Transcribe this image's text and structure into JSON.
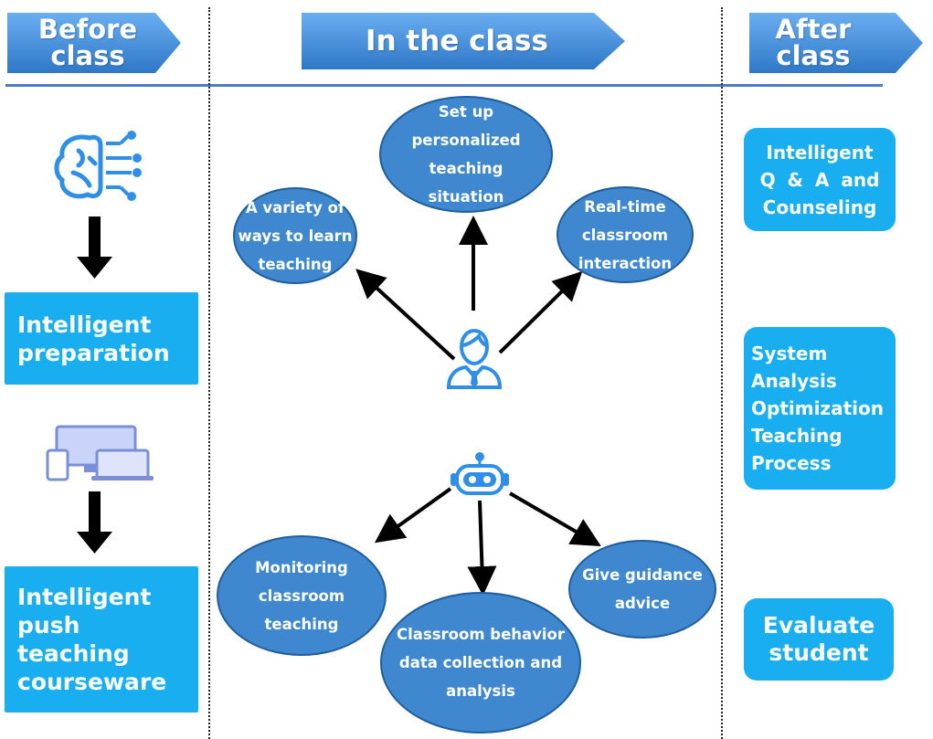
{
  "columns": {
    "before": {
      "label": "Before\nclass"
    },
    "in_class": {
      "label": "In the class"
    },
    "after": {
      "label": "After\nclass"
    }
  },
  "before_class": {
    "step1": {
      "icon": "brain-circuit-icon",
      "label": "Intelligent\npreparation"
    },
    "step2": {
      "icon": "devices-icon",
      "label": "Intelligent\npush\nteaching\ncourseware"
    }
  },
  "in_class": {
    "teacher": {
      "icon": "teacher-icon",
      "items": [
        {
          "label": "A variety of\nways to learn\nteaching"
        },
        {
          "label": "Set up\npersonalized\nteaching\nsituation"
        },
        {
          "label": "Real-time\nclassroom\ninteraction"
        }
      ]
    },
    "robot": {
      "icon": "robot-icon",
      "items": [
        {
          "label": "Monitoring\nclassroom\nteaching"
        },
        {
          "label": "Classroom behavior\ndata collection and\nanalysis"
        },
        {
          "label": "Give guidance\nadvice"
        }
      ]
    }
  },
  "after_class": {
    "items": [
      {
        "label": "Intelligent\nQ & A and\nCounseling"
      },
      {
        "label": "System\nAnalysis\nOptimization\nTeaching\nProcess"
      },
      {
        "label": "Evaluate\nstudent"
      }
    ]
  },
  "colors": {
    "box_blue": "#19aef0",
    "ellipse_blue": "#3f88cf",
    "banner_blue": "#3d8ad6",
    "divider": "#4a7ec0",
    "arrow": "#000000"
  }
}
